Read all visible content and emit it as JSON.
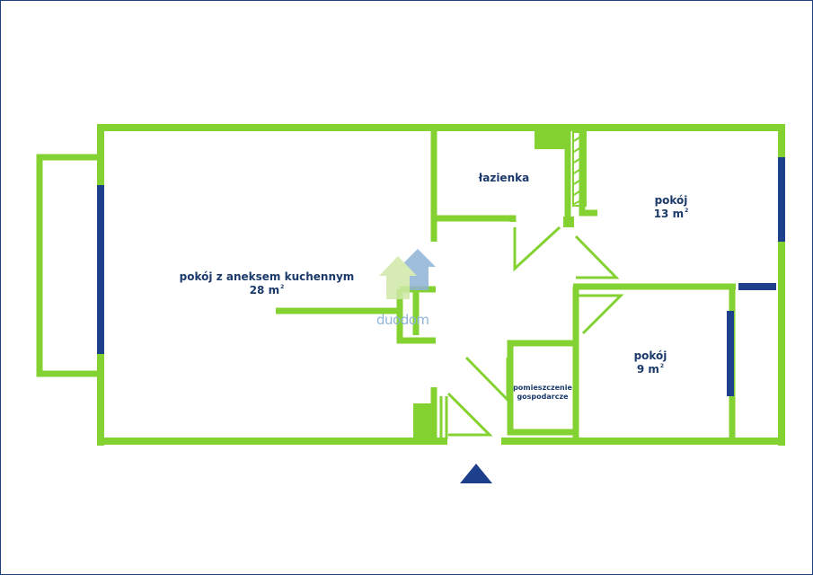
{
  "rooms": {
    "living": {
      "name": "pokój z aneksem kuchennym",
      "area": "28 m",
      "unit_sup": "2"
    },
    "bathroom": {
      "name": "łazienka"
    },
    "room_large": {
      "name": "pokój",
      "area": "13 m",
      "unit_sup": "2"
    },
    "room_small": {
      "name": "pokój",
      "area": "9 m",
      "unit_sup": "2"
    },
    "utility": {
      "name_line1": "pomieszczenie",
      "name_line2": "gospodarcze"
    }
  },
  "logo": {
    "text": "duodom"
  },
  "colors": {
    "wall": "#84d232",
    "window": "#1e3f8c",
    "text": "#1b3a6b",
    "logo_light": "#cfe9a8",
    "logo_blue": "#8fb3d6"
  },
  "icons": {
    "entrance": "triangle-up-icon",
    "logo": "house-logo-icon"
  }
}
